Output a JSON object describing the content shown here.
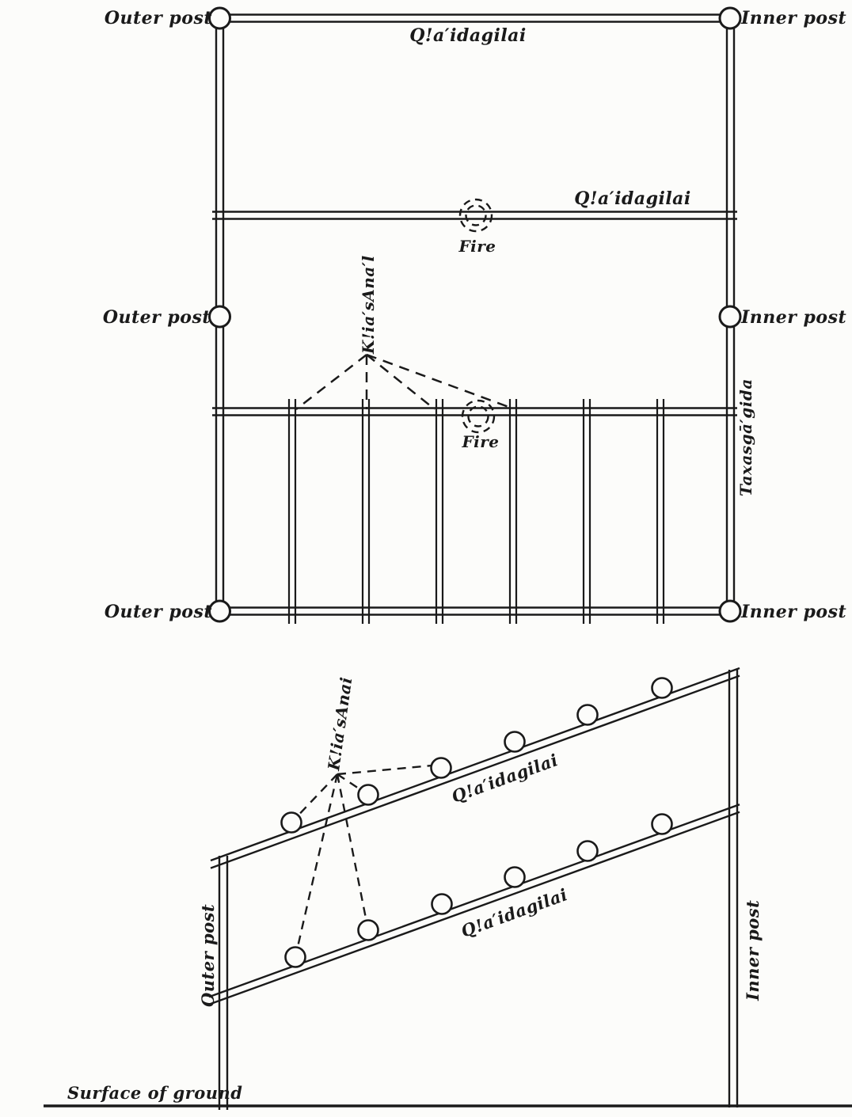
{
  "colors": {
    "ink": "#1a1a1a",
    "paper": "#fcfcfa"
  },
  "top_view": {
    "post_labels": {
      "outer_top": "Outer post",
      "inner_top": "Inner post",
      "outer_middle": "Outer post",
      "inner_middle": "Inner post",
      "outer_bottom": "Outer post",
      "inner_bottom": "Inner post"
    },
    "beam_labels": {
      "front_beam": "Q!a′idagilai",
      "middle_beam": "Q!a′idagilai",
      "side_beam": "Taxasgā′gida",
      "roof_boards": "K!ia′sAna′l"
    },
    "fire_labels": {
      "upper": "Fire",
      "lower": "Fire"
    }
  },
  "side_view": {
    "post_labels": {
      "outer": "Outer post",
      "inner": "Inner post"
    },
    "beam_labels": {
      "upper_beam": "Q!a′idagilai",
      "lower_beam": "Q!a′idagilai",
      "roof_boards": "K!ia′sAnai"
    },
    "ground_label": "Surface of ground"
  }
}
